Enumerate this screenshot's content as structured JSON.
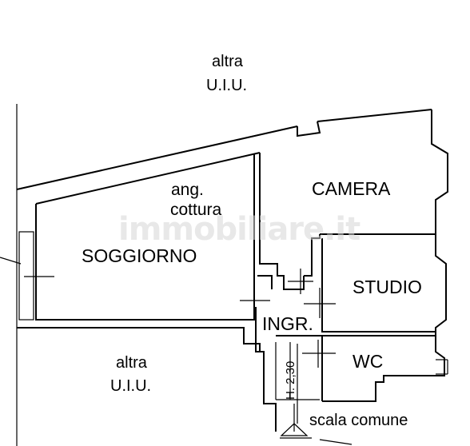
{
  "rooms": {
    "camera": "CAMERA",
    "soggiorno": "SOGGIORNO",
    "cottura_1": "ang.",
    "cottura_2": "cottura",
    "studio": "STUDIO",
    "ingresso": "INGR.",
    "wc": "WC"
  },
  "neighbors": {
    "top_1": "altra",
    "top_2": "U.I.U.",
    "bottom_1": "altra",
    "bottom_2": "U.I.U."
  },
  "stairs_label": "scala comune",
  "height_label": "H. 2,30",
  "watermark": "immobiliare.it"
}
